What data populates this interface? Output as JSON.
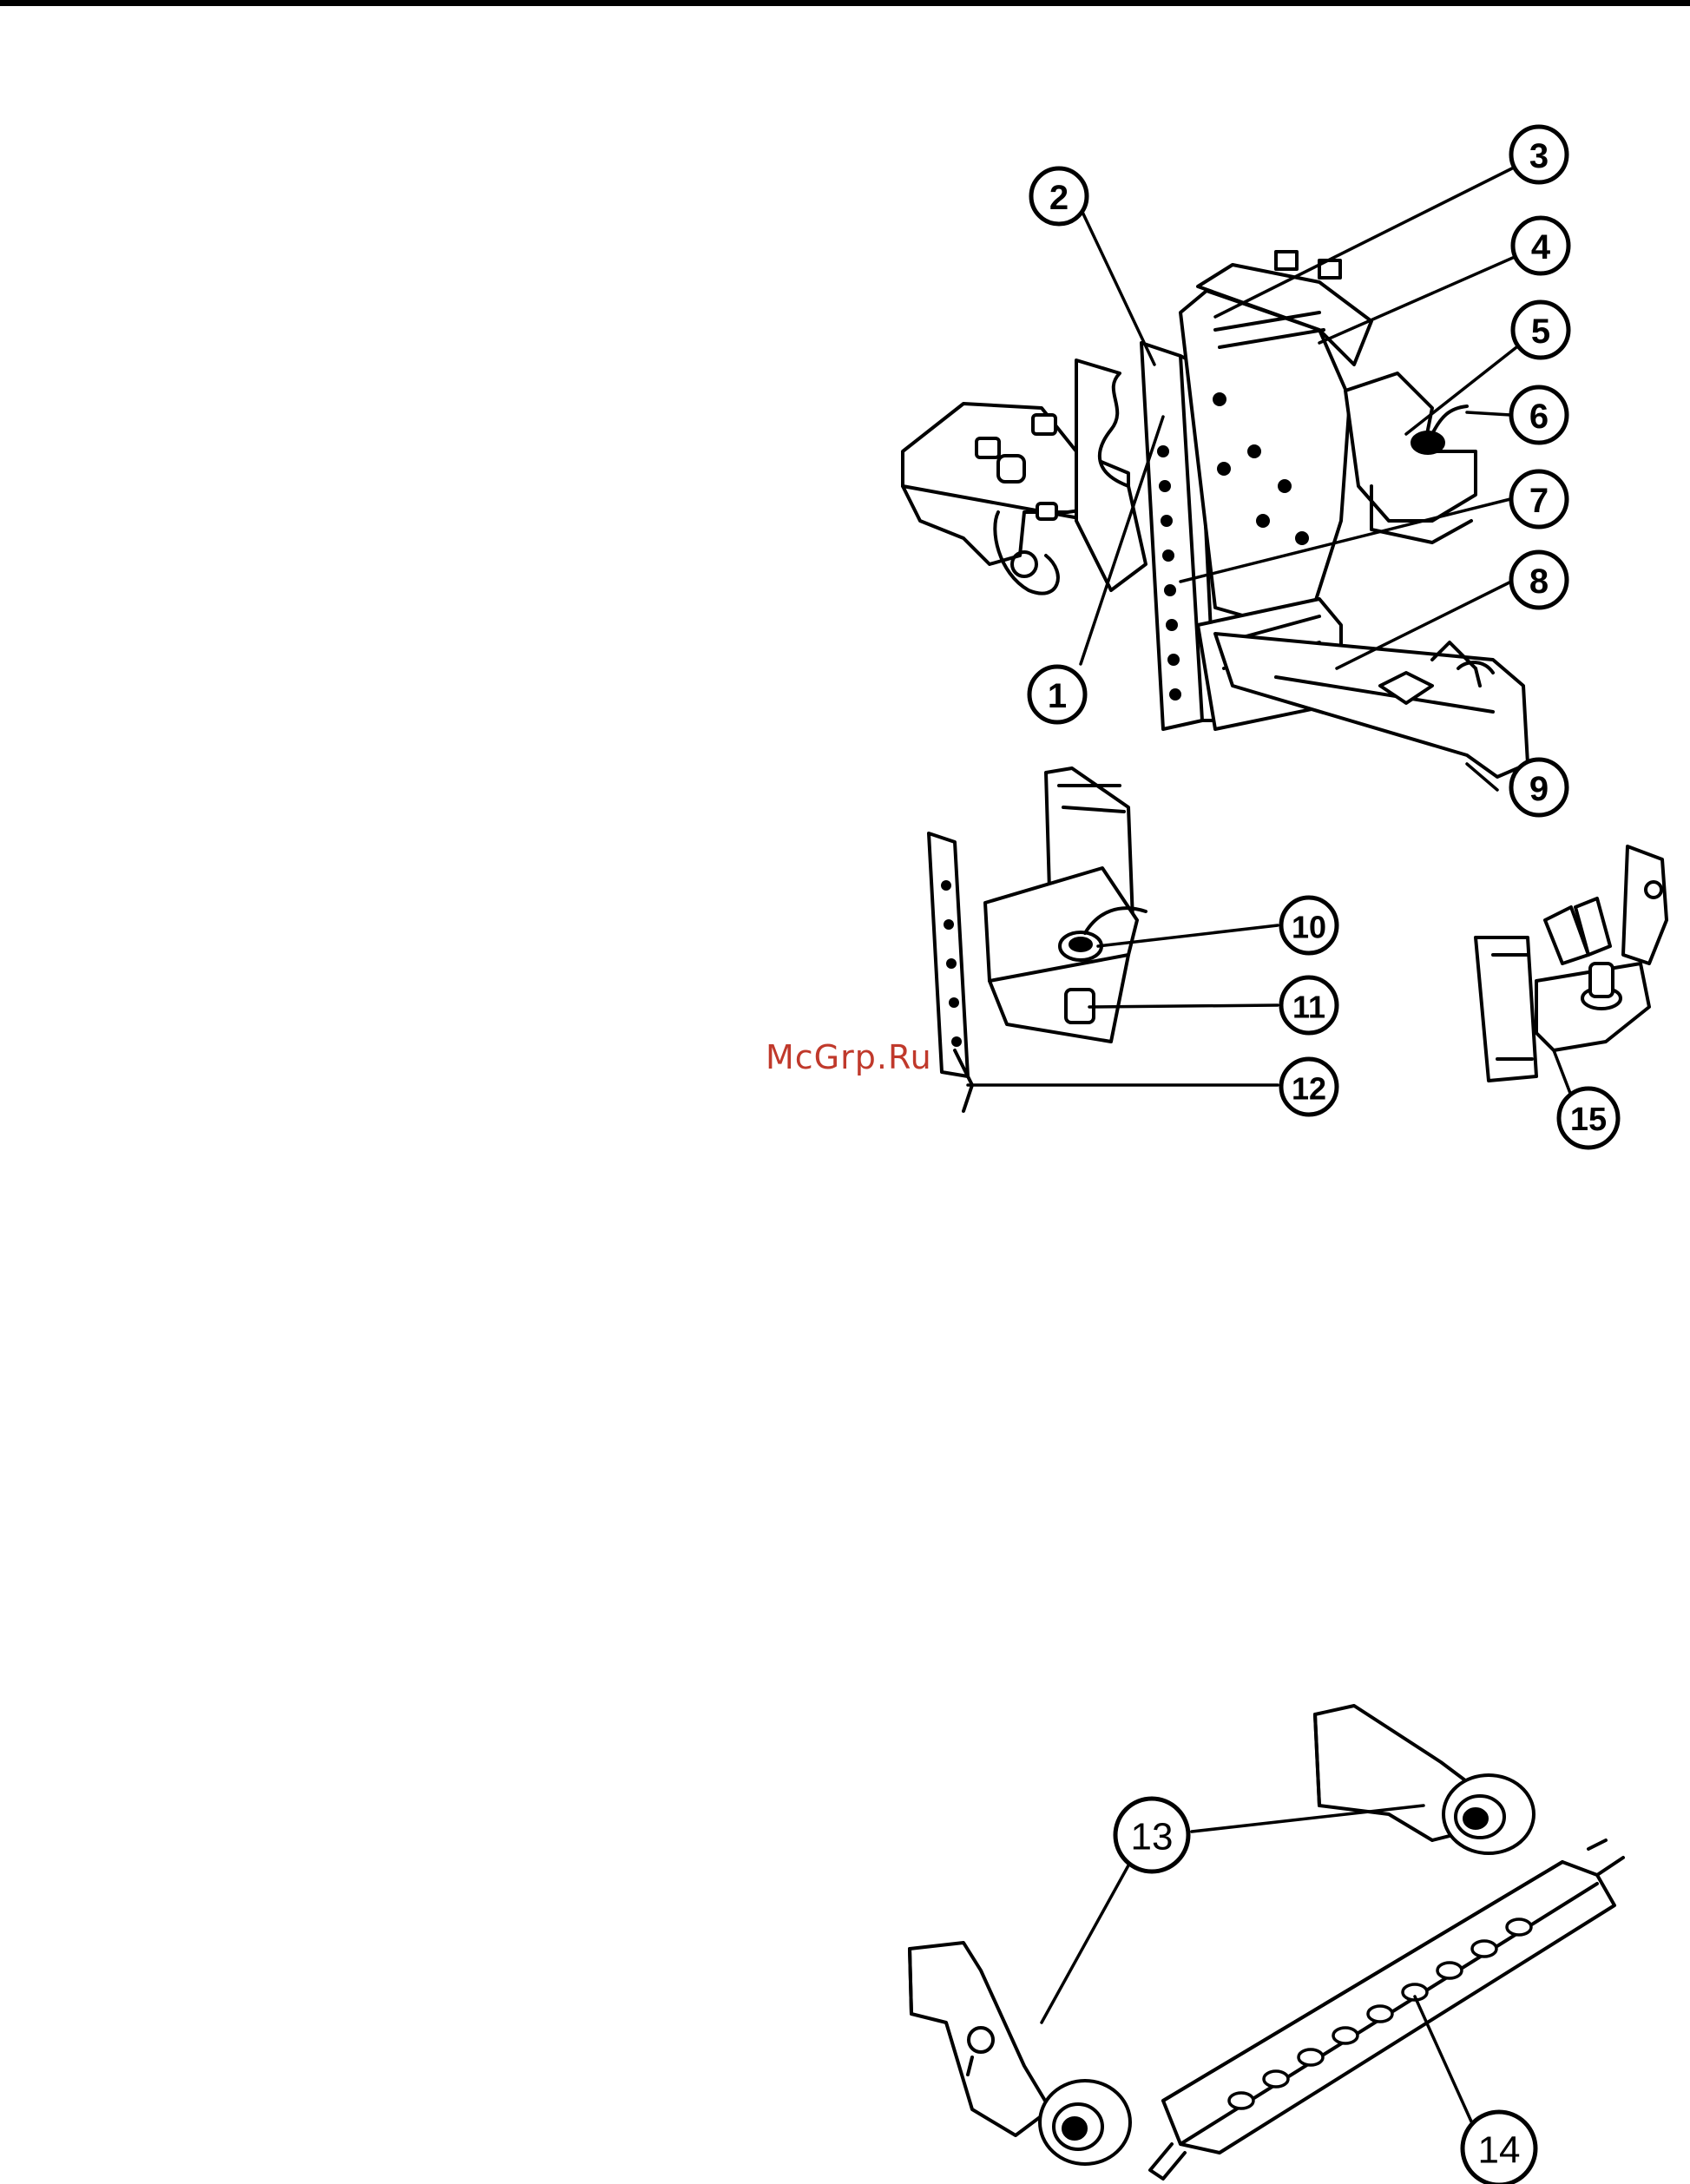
{
  "watermark": {
    "text": "McGrp.Ru",
    "color": "#c0392b"
  },
  "figure_upper": {
    "callouts": [
      "1",
      "2",
      "3",
      "4",
      "5",
      "6",
      "7",
      "8",
      "9"
    ]
  },
  "figure_middle_left": {
    "callouts": [
      "10",
      "11",
      "12"
    ]
  },
  "figure_middle_right": {
    "callouts": [
      "15"
    ]
  },
  "figure_lower": {
    "callouts": [
      "13",
      "14"
    ]
  }
}
